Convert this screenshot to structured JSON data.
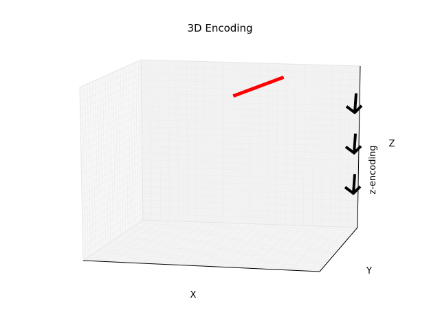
{
  "chart_data": {
    "type": "line",
    "title": "3D Encoding",
    "xlabel": "X",
    "ylabel": "Y",
    "zlabel": "Z",
    "colorbar_label": "z-encoding",
    "grid": true,
    "series": [
      {
        "color": "#ff0000",
        "x": [
          0.5,
          0.7
        ],
        "y": [
          0.5,
          0.5
        ],
        "z": [
          0.85,
          0.95
        ]
      }
    ],
    "quiver_markers": [
      {
        "z": 0.75
      },
      {
        "z": 0.5
      },
      {
        "z": 0.25
      }
    ],
    "quiver_color": "#000000"
  }
}
